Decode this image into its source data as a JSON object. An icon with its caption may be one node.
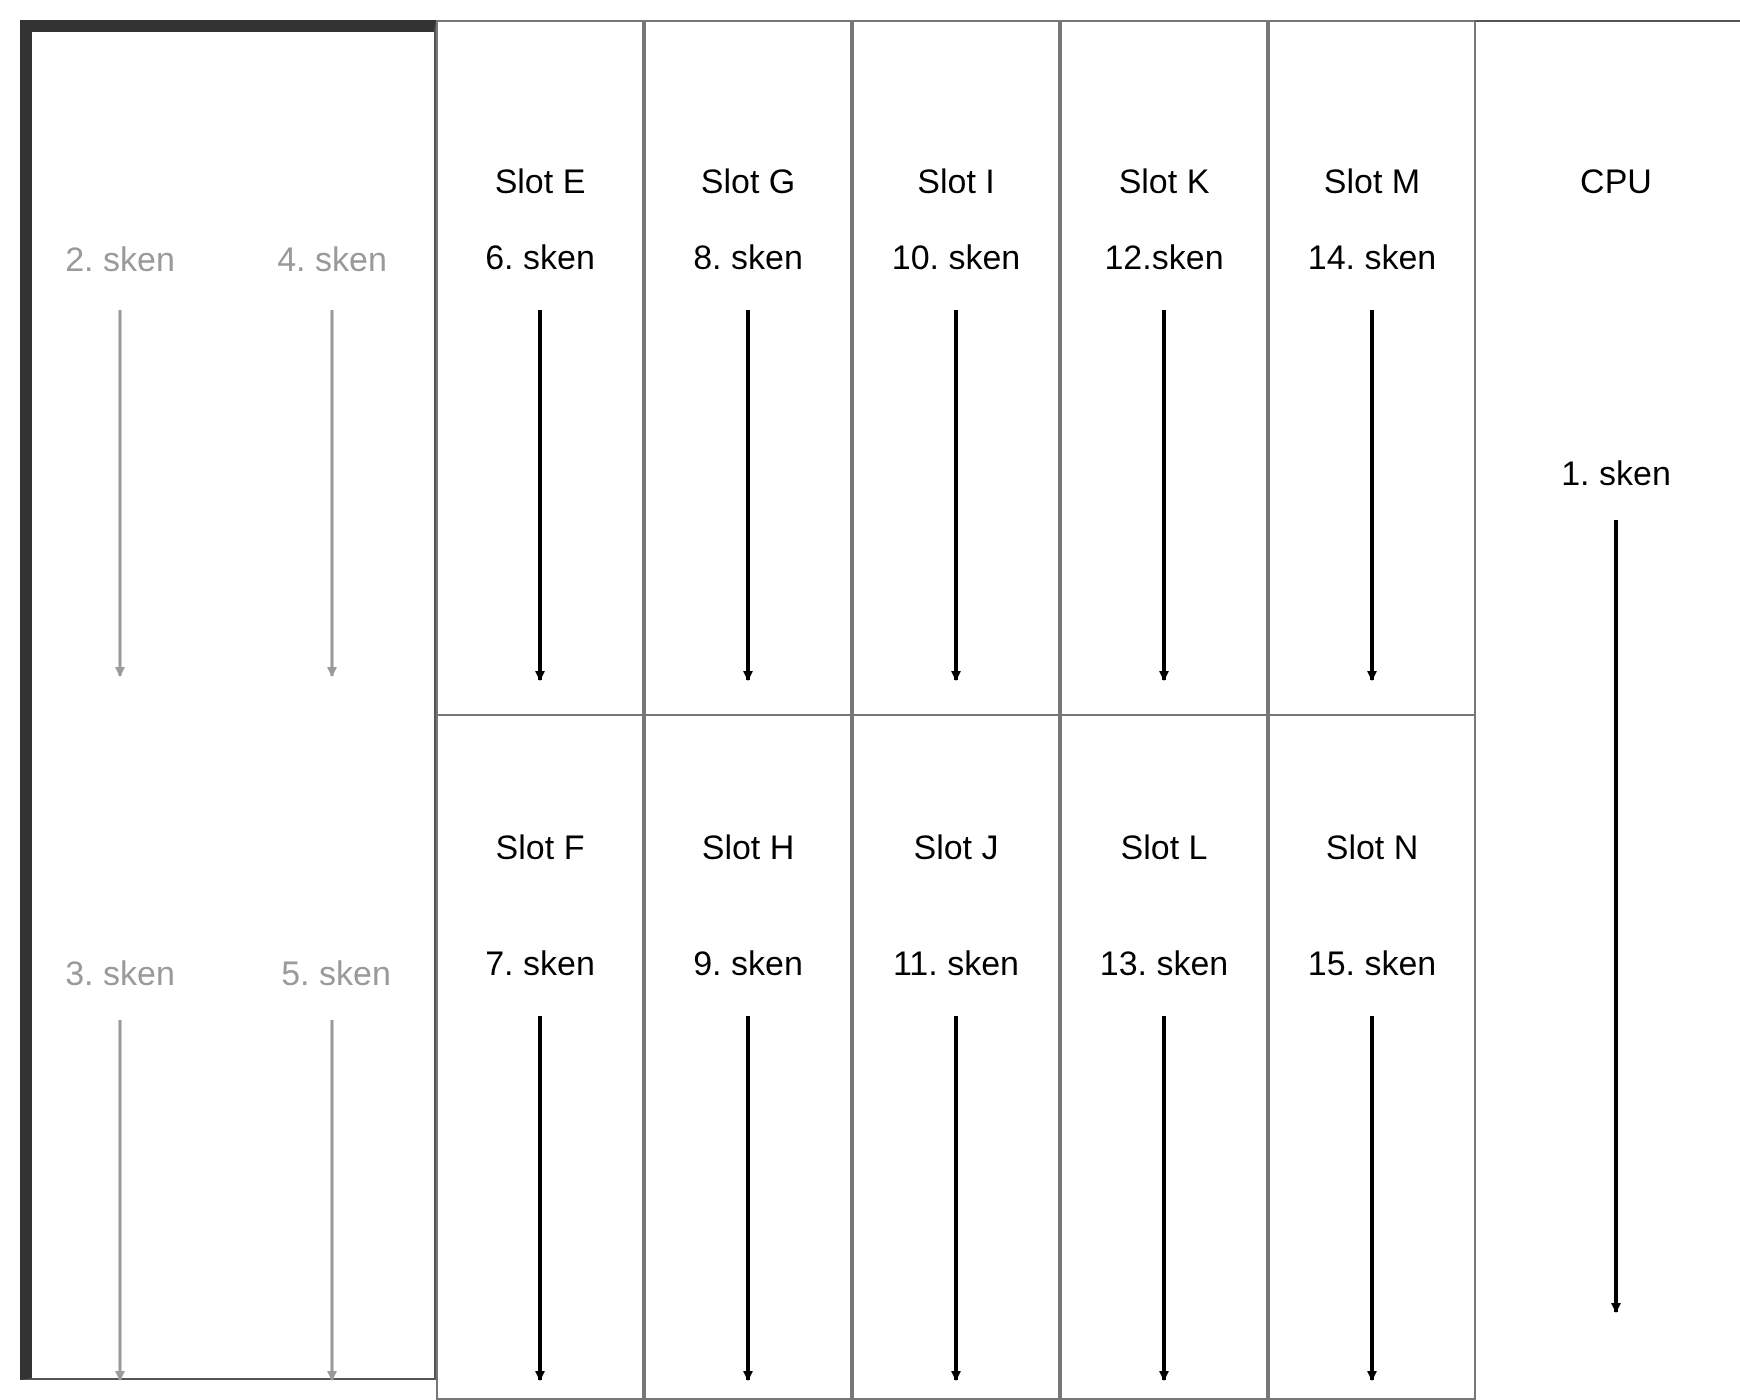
{
  "diagram": {
    "nodes": [
      {
        "text": [
          "2. sken",
          "4. sken",
          "3. sken",
          "5. sken"
        ]
      },
      {
        "text": [
          "Slot E",
          "6. sken"
        ]
      },
      {
        "text": [
          "Slot G",
          "8. sken"
        ]
      },
      {
        "text": [
          "Slot I",
          "10. sken"
        ]
      },
      {
        "text": [
          "Slot K",
          "12.sken"
        ]
      },
      {
        "text": [
          "Slot M",
          "14. sken"
        ]
      },
      {
        "text": [
          "CPU",
          "1. sken"
        ]
      },
      {
        "text": [
          "Slot F",
          "7. sken"
        ]
      },
      {
        "text": [
          "Slot H",
          "9. sken"
        ]
      },
      {
        "text": [
          "Slot J",
          "11. sken"
        ]
      },
      {
        "text": [
          "Slot L",
          "13. sken"
        ]
      },
      {
        "text": [
          "Slot N",
          "15. sken"
        ]
      }
    ]
  }
}
